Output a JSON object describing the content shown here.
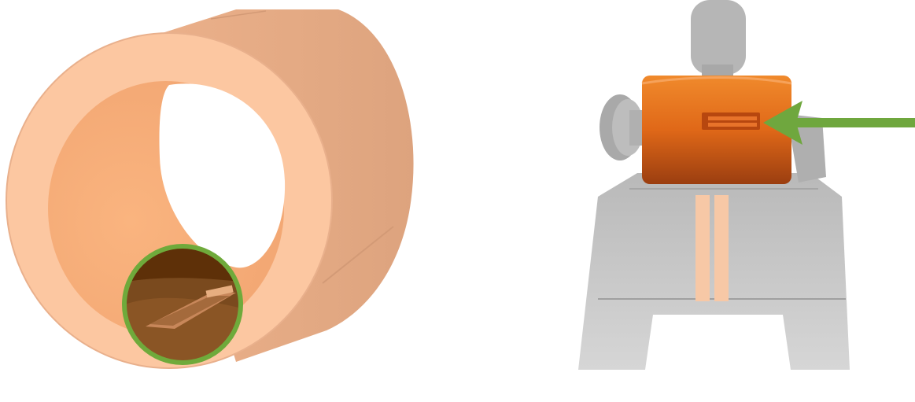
{
  "figure": {
    "left": {
      "subject": "cylinder-sleeve-3d-model",
      "highlight_style": "circle",
      "highlight_icon": "zoom-circle-icon"
    },
    "right": {
      "subject": "sleeve-mounted-on-device",
      "pointer_icon": "arrow-left-icon"
    }
  },
  "colors": {
    "sleeve_light": "#FCC59E",
    "sleeve_mid": "#E8AC86",
    "sleeve_dark": "#D9A07C",
    "detail_dark": "#5E3008",
    "highlight_green": "#6FAA3B",
    "arrow_green": "#6FA73E",
    "copper_orange": "#E56A12",
    "device_gray": "#BDBDBD"
  }
}
